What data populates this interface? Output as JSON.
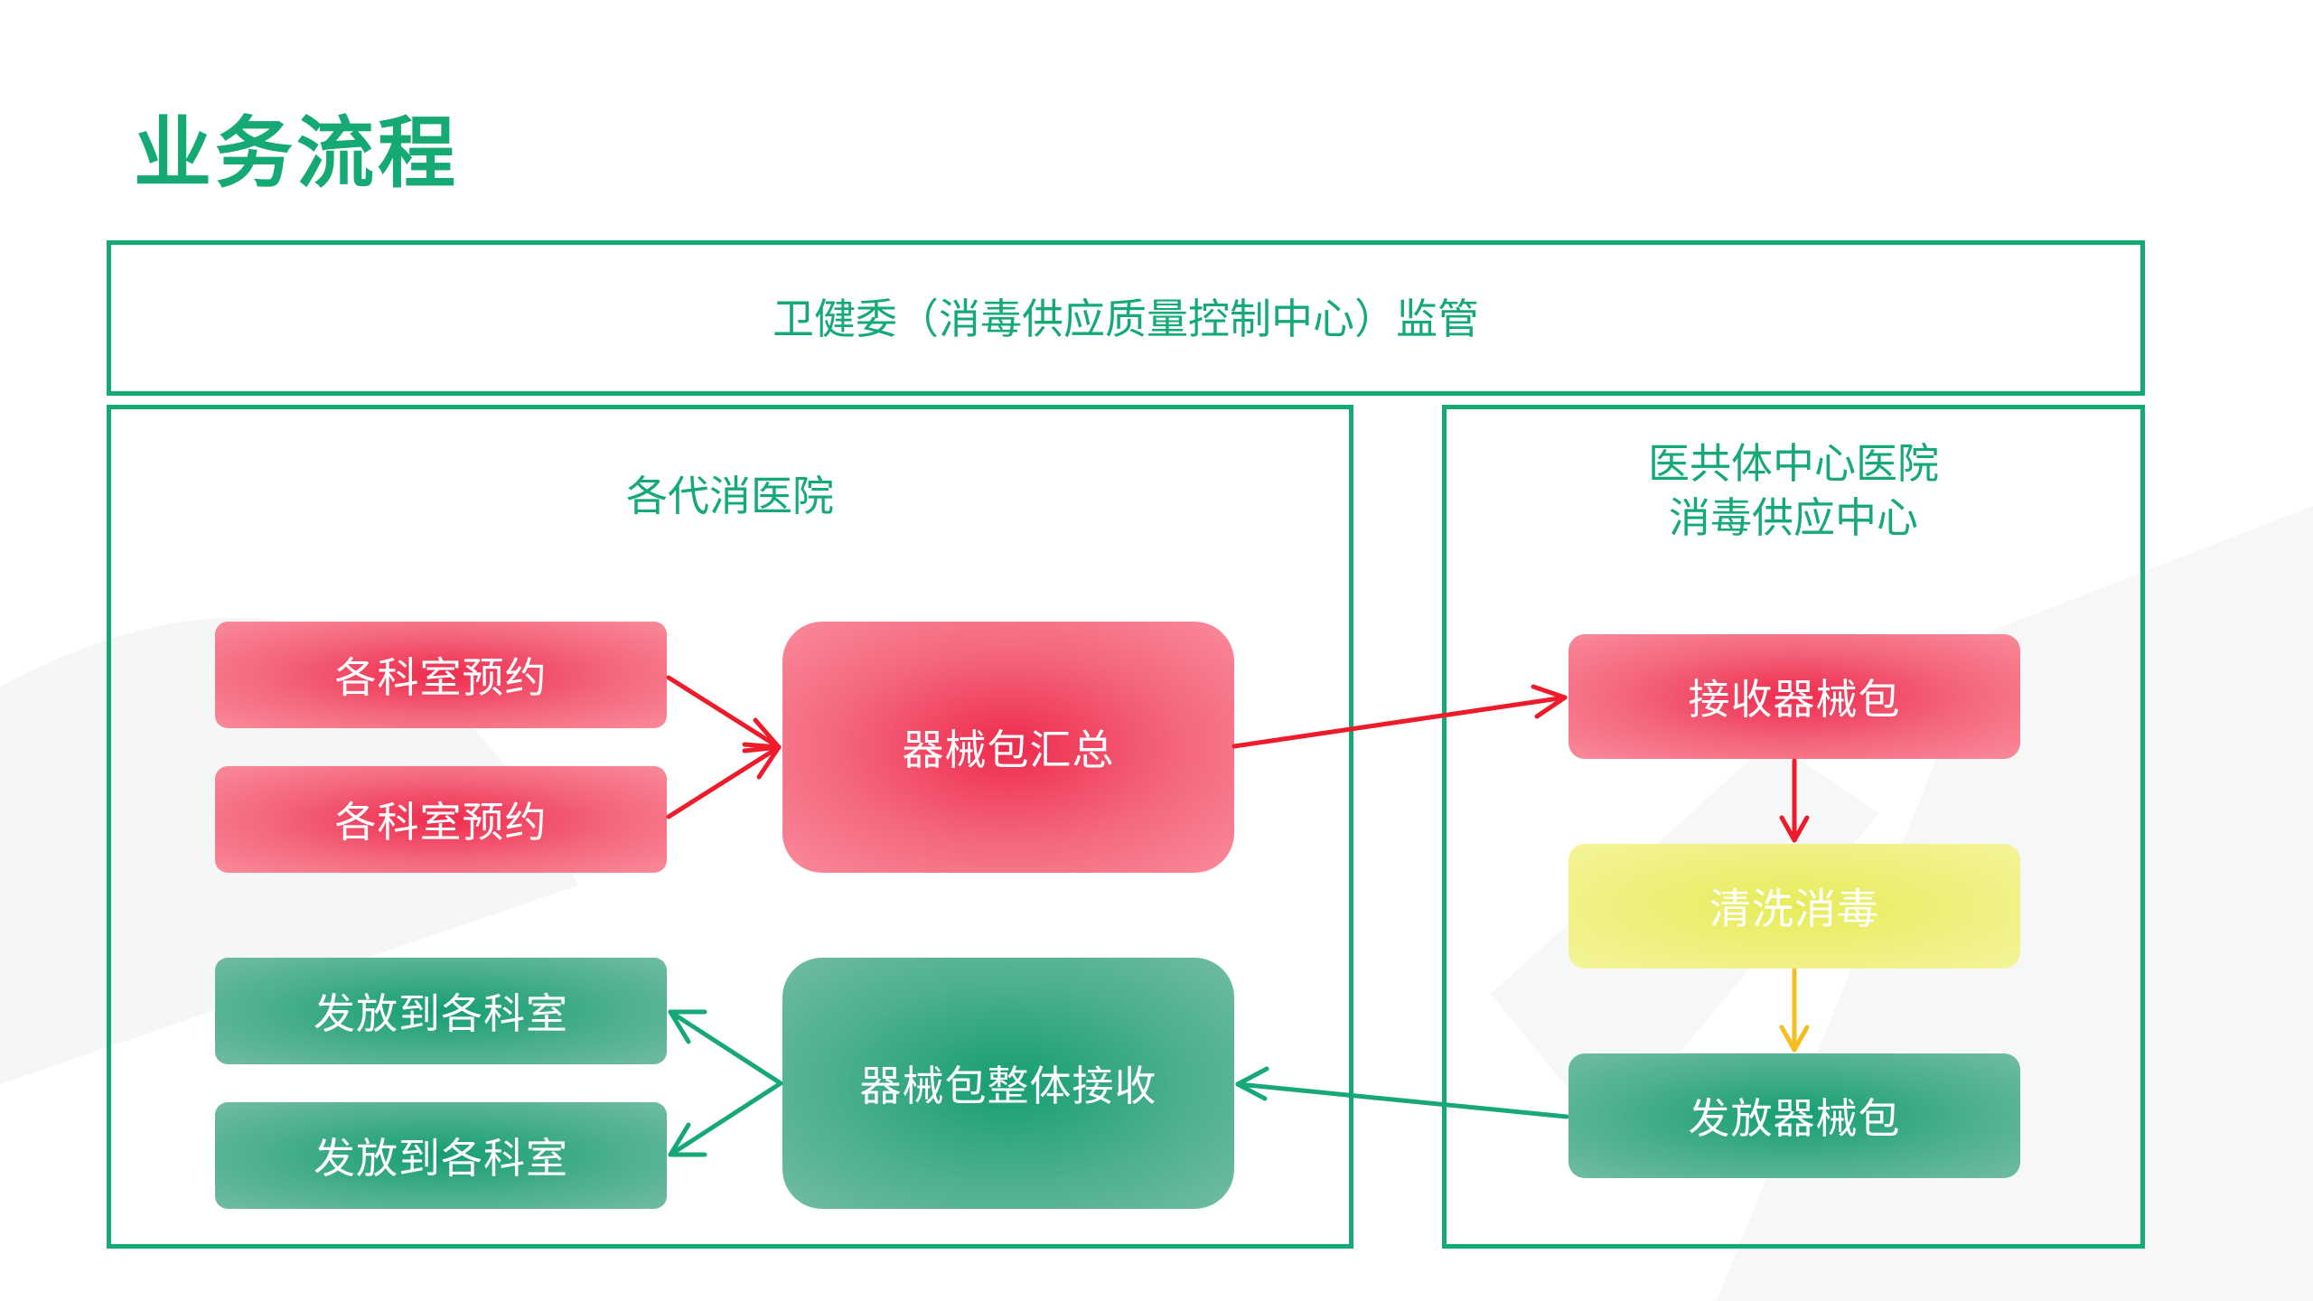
{
  "title": "业务流程",
  "top_panel": {
    "label": "卫健委（消毒供应质量控制中心）监管"
  },
  "left_panel": {
    "label": "各代消医院",
    "nodes": {
      "dept_booking_1": "各科室预约",
      "dept_booking_2": "各科室预约",
      "instrument_summary": "器械包汇总",
      "dispatch_dept_1": "发放到各科室",
      "dispatch_dept_2": "发放到各科室",
      "instrument_receive": "器械包整体接收"
    }
  },
  "right_panel": {
    "label_line1": "医共体中心医院",
    "label_line2": "消毒供应中心",
    "nodes": {
      "receive_pack": "接收器械包",
      "wash_disinfect": "清洗消毒",
      "dispatch_pack": "发放器械包"
    }
  },
  "colors": {
    "brand_green": "#15a974",
    "arrow_red": "#ee1b2a",
    "arrow_green": "#17a877",
    "arrow_yellow": "#f5bd1f"
  }
}
